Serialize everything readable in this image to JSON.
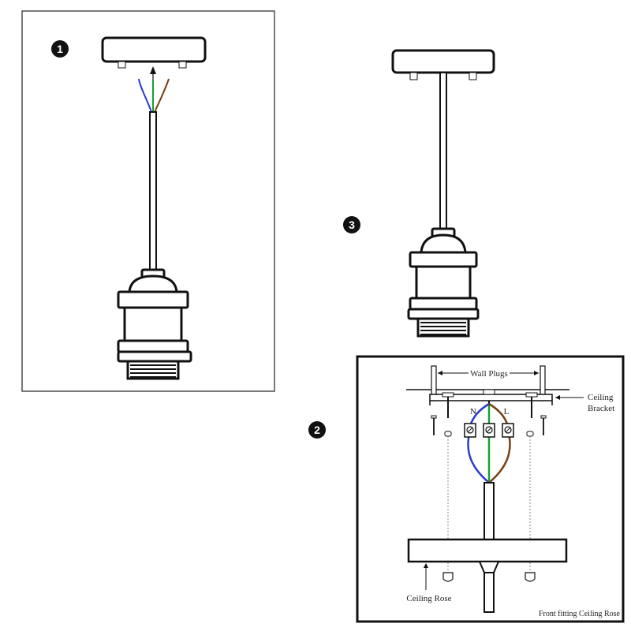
{
  "steps": {
    "step1": "1",
    "step2": "2",
    "step3": "3"
  },
  "panel2": {
    "wall_plugs": "Wall Plugs",
    "ceiling": "Ceiling",
    "bracket": "Bracket",
    "neutral": "N",
    "live": "L",
    "ceiling_rose": "Ceiling Rose",
    "caption": "Front fitting Ceiling Rose"
  },
  "colors": {
    "neutral_wire": "#2b3bd0",
    "earth_wire": "#14a03a",
    "live_wire": "#7a3e12",
    "ink": "#111111"
  }
}
